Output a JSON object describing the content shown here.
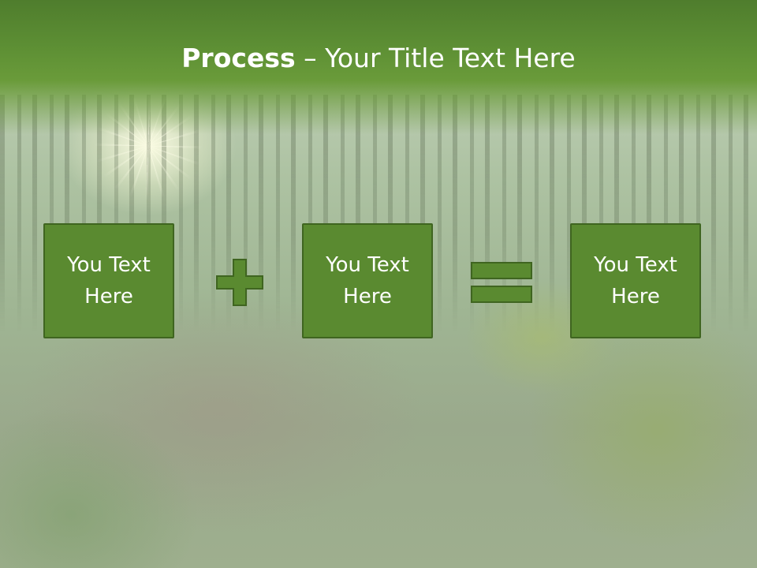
{
  "slide": {
    "title_bold": "Process",
    "title_rest": " – Your Title Text Here",
    "boxes": [
      {
        "line1": "You Text",
        "line2": "Here"
      },
      {
        "line1": "You Text",
        "line2": "Here"
      },
      {
        "line1": "You Text",
        "line2": "Here"
      }
    ]
  },
  "colors": {
    "accent": "#5a8a30",
    "accent_border": "#3f6520",
    "title_bar": "#5d8f34",
    "text": "#ffffff"
  },
  "icons": {
    "operator_1": "plus-icon",
    "operator_2": "equals-icon"
  }
}
